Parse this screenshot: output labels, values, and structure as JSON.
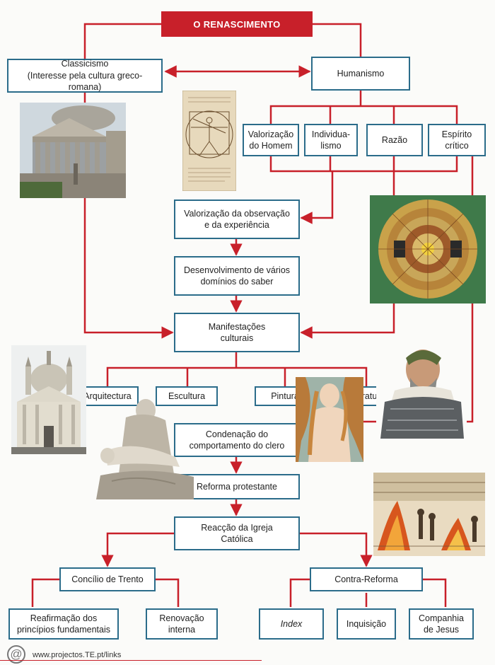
{
  "colors": {
    "line": "#c8202a",
    "box_border": "#2b6c8a",
    "title_bg": "#c8202a"
  },
  "title": "O RENASCIMENTO",
  "nodes": {
    "classicismo": "Classicismo\n(Interesse pela cultura greco-romana)",
    "humanismo": "Humanismo",
    "valorizacao_homem": "Valorização\ndo Homem",
    "individualismo": "Individua-\nlismo",
    "razao": "Razão",
    "espirito_critico": "Espírito\ncrítico",
    "observacao": "Valorização da observação\ne da experiência",
    "desenvolvimento": "Desenvolvimento de vários\ndomínios do saber",
    "manifestacoes": "Manifestações\nculturais",
    "arquitectura": "Arquitectura",
    "escultura": "Escultura",
    "pintura": "Pintura",
    "literatura": "Literatura",
    "condenacao": "Condenação do\ncomportamento do clero",
    "reforma": "Reforma protestante",
    "reaccao": "Reacção da Igreja\nCatólica",
    "concilio": "Concílio de Trento",
    "contra_reforma": "Contra-Reforma",
    "reafirmacao": "Reafirmação dos\nprincípios fundamentais",
    "renovacao": "Renovação\ninterna",
    "index": "Index",
    "inquisicao": "Inquisição",
    "companhia": "Companhia\nde Jesus"
  },
  "images": {
    "pantheon": "pantheon-photo",
    "vitruvian": "vitruvian-man-drawing",
    "cosmos": "heliocentric-chart",
    "church": "renaissance-church-photo",
    "pieta": "pieta-sculpture",
    "venus": "venus-painting",
    "camoes": "camoes-portrait",
    "inquisition": "inquisition-burning-engraving"
  },
  "footer": {
    "url": "www.projectos.TE.pt/links",
    "logo": "@"
  }
}
